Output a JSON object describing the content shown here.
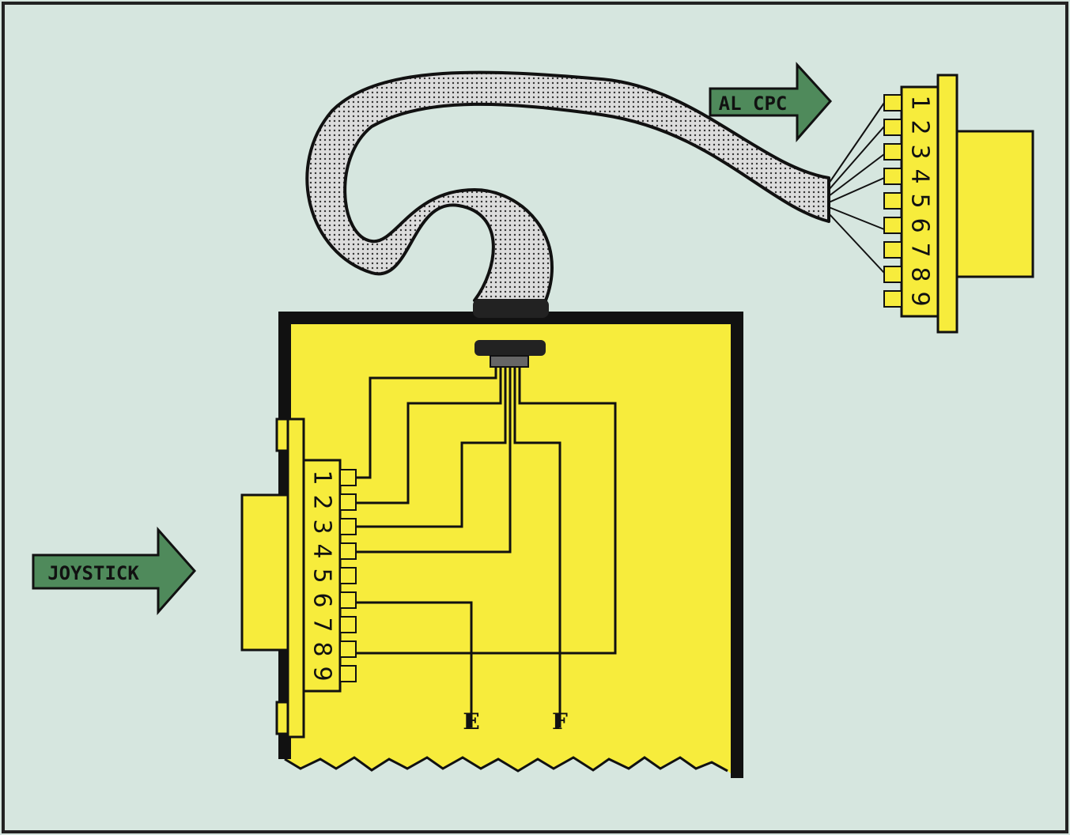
{
  "labels": {
    "to_cpc": "AL CPC",
    "joystick": "JOYSTICK",
    "out_e": "E",
    "out_f": "F"
  },
  "pins": [
    "1",
    "2",
    "3",
    "4",
    "5",
    "6",
    "7",
    "8",
    "9"
  ],
  "colors": {
    "background": "#d6e6df",
    "connector": "#f7ec3c",
    "arrow": "#4f8a5b",
    "cable": "#d0d0d0",
    "outline": "#111111"
  }
}
